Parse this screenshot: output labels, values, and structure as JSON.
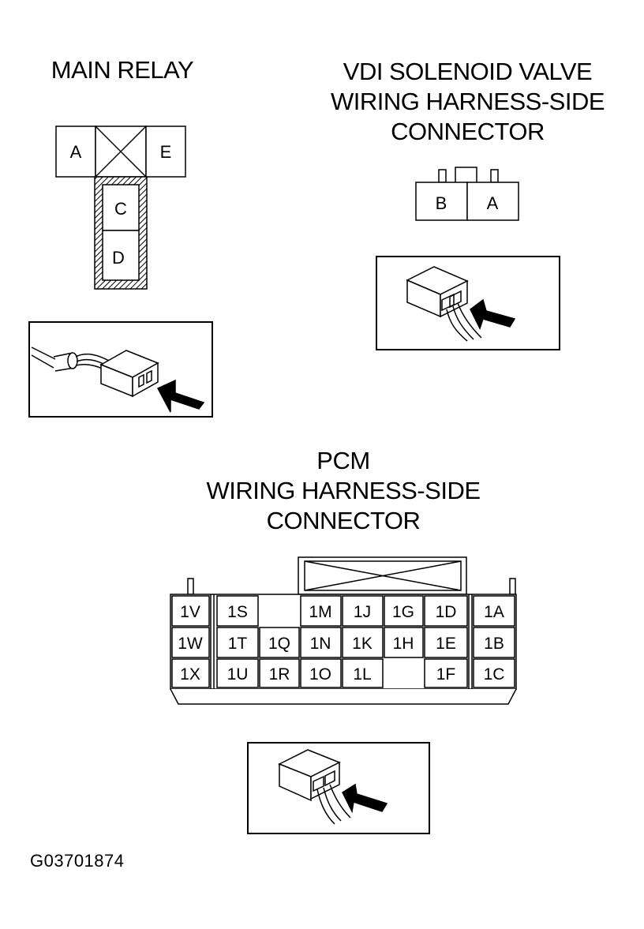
{
  "main_relay": {
    "title": "MAIN RELAY",
    "terminals": {
      "a": "A",
      "e": "E",
      "c": "C",
      "d": "D"
    },
    "view_icon": "connector-with-wires-icon"
  },
  "vdi_solenoid": {
    "title": "VDI SOLENOID VALVE\nWIRING HARNESS-SIDE\nCONNECTOR",
    "terminals": {
      "b": "B",
      "a": "A"
    },
    "view_icon": "connector-with-wires-icon"
  },
  "pcm": {
    "title": "PCM\nWIRING HARNESS-SIDE\nCONNECTOR",
    "terminals": {
      "r1": [
        "1V",
        "1S",
        "1M",
        "1J",
        "1G",
        "1D",
        "1A"
      ],
      "r2": [
        "1W",
        "1T",
        "1Q",
        "1N",
        "1K",
        "1H",
        "1E",
        "1B"
      ],
      "r3": [
        "1X",
        "1U",
        "1R",
        "1O",
        "1L",
        "1F",
        "1C"
      ]
    },
    "view_icon": "connector-with-wires-icon"
  },
  "figure_id": "G03701874"
}
